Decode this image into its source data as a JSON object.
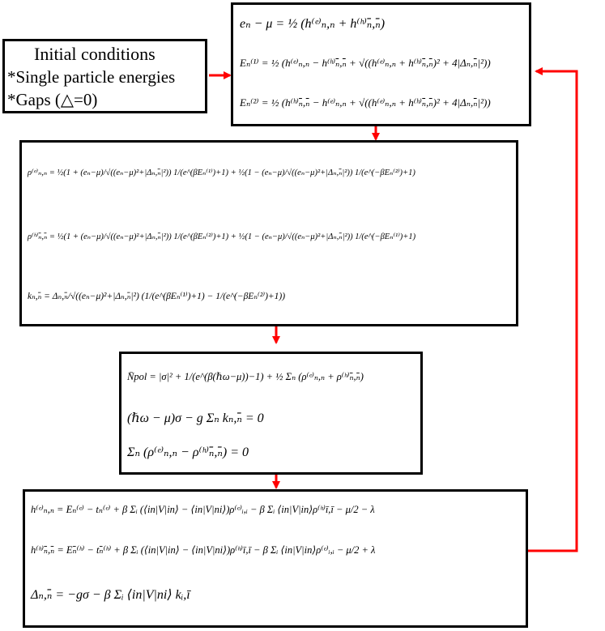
{
  "initial_box": {
    "title": "Initial conditions",
    "line1": "*Single particle energies",
    "line2": "*Gaps (△=0)"
  },
  "box1": {
    "eq1": "eₙ − μ = ½ (h⁽ᵉ⁾ₙ,ₙ + h⁽ʰ⁾ₙ̄,ₙ̄)",
    "eq2": "Eₙ⁽¹⁾ = ½ (h⁽ᵉ⁾ₙ,ₙ − h⁽ʰ⁾ₙ̄,ₙ̄ + √((h⁽ᵉ⁾ₙ,ₙ + h⁽ʰ⁾ₙ̄,ₙ̄)² + 4|Δₙ,ₙ̄|²))",
    "eq3": "Eₙ⁽²⁾ = ½ (h⁽ʰ⁾ₙ̄,ₙ̄ − h⁽ᵉ⁾ₙ,ₙ + √((h⁽ᵉ⁾ₙ,ₙ + h⁽ʰ⁾ₙ̄,ₙ̄)² + 4|Δₙ,ₙ̄|²))"
  },
  "box2": {
    "eq1": "ρ⁽ᵉ⁾ₙ,ₙ = ½(1 + (eₙ−μ)/√((eₙ−μ)²+|Δₙ,ₙ̄|²)) 1/(e^(βEₙ⁽¹⁾)+1) + ½(1 − (eₙ−μ)/√((eₙ−μ)²+|Δₙ,ₙ̄|²)) 1/(e^(−βEₙ⁽²⁾)+1)",
    "eq2": "ρ⁽ʰ⁾ₙ̄,ₙ̄ = ½(1 + (eₙ−μ)/√((eₙ−μ)²+|Δₙ,ₙ̄|²)) 1/(e^(βEₙ⁽²⁾)+1) + ½(1 − (eₙ−μ)/√((eₙ−μ)²+|Δₙ,ₙ̄|²)) 1/(e^(−βEₙ⁽¹⁾)+1)",
    "eq3": "kₙ,ₙ̄ = Δₙ,ₙ̄/√((eₙ−μ)²+|Δₙ,ₙ̄|²) (1/(e^(βEₙ⁽¹⁾)+1) − 1/(e^(−βEₙ⁽²⁾)+1))"
  },
  "box3": {
    "eq1": "N̄pol = |σ|² + 1/(e^(β(ℏω−μ))−1) + ½ Σₙ (ρ⁽ᵉ⁾ₙ,ₙ + ρ⁽ʰ⁾ₙ̄,ₙ̄)",
    "eq2": "(ℏω − μ)σ − g Σₙ kₙ,ₙ̄ = 0",
    "eq3": "Σₙ (ρ⁽ᵉ⁾ₙ,ₙ − ρ⁽ʰ⁾ₙ̄,ₙ̄) = 0"
  },
  "box4": {
    "eq1": "h⁽ᵉ⁾ₙ,ₙ = Eₙ⁽ᵉ⁾ − tₙ⁽ᵉ⁾ + β Σᵢ (⟨in|V|in⟩ − ⟨in|V|ni⟩)ρ⁽ᵉ⁾ᵢ,ᵢ − β Σᵢ ⟨in|V|in⟩ρ⁽ʰ⁾ī,ī − μ/2 − λ",
    "eq2": "h⁽ʰ⁾ₙ̄,ₙ̄ = Eₙ̄⁽ʰ⁾ − tₙ̄⁽ʰ⁾ + β Σᵢ (⟨in|V|in⟩ − ⟨in|V|ni⟩)ρ⁽ʰ⁾ī,ī − β Σᵢ ⟨in|V|in⟩ρ⁽ᵉ⁾ᵢ,ᵢ − μ/2 + λ",
    "eq3": "Δₙ,ₙ̄ = −gσ − β Σᵢ ⟨in|V|ni⟩ kᵢ,ī"
  },
  "colors": {
    "arrow": "#ff0000",
    "border": "#000000",
    "text": "#000000"
  }
}
